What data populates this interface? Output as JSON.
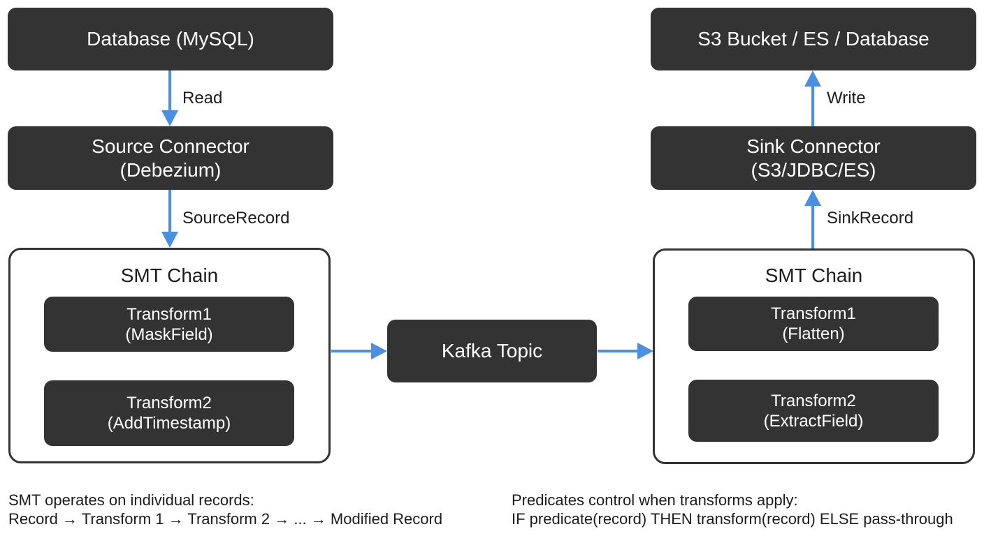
{
  "colors": {
    "box_fill": "#333333",
    "box_text": "#ffffff",
    "arrow": "#4a8fe0",
    "text": "#1c1c1c"
  },
  "left": {
    "database": "Database (MySQL)",
    "read_label": "Read",
    "source_connector": {
      "line1": "Source Connector",
      "line2": "(Debezium)"
    },
    "source_record_label": "SourceRecord",
    "smt_chain": {
      "title": "SMT Chain",
      "transform1": {
        "line1": "Transform1",
        "line2": "(MaskField)"
      },
      "transform2": {
        "line1": "Transform2",
        "line2": "(AddTimestamp)"
      }
    }
  },
  "center": {
    "kafka_topic": "Kafka Topic"
  },
  "right": {
    "destination": "S3 Bucket / ES / Database",
    "write_label": "Write",
    "sink_connector": {
      "line1": "Sink Connector",
      "line2": "(S3/JDBC/ES)"
    },
    "sink_record_label": "SinkRecord",
    "smt_chain": {
      "title": "SMT Chain",
      "transform1": {
        "line1": "Transform1",
        "line2": "(Flatten)"
      },
      "transform2": {
        "line1": "Transform2",
        "line2": "(ExtractField)"
      }
    }
  },
  "notes": {
    "left": {
      "line1": "SMT operates on individual records:",
      "line2": "Record → Transform 1 → Transform 2 → ... → Modified Record"
    },
    "right": {
      "line1": "Predicates control when transforms apply:",
      "line2": "IF predicate(record) THEN transform(record) ELSE pass-through"
    }
  }
}
